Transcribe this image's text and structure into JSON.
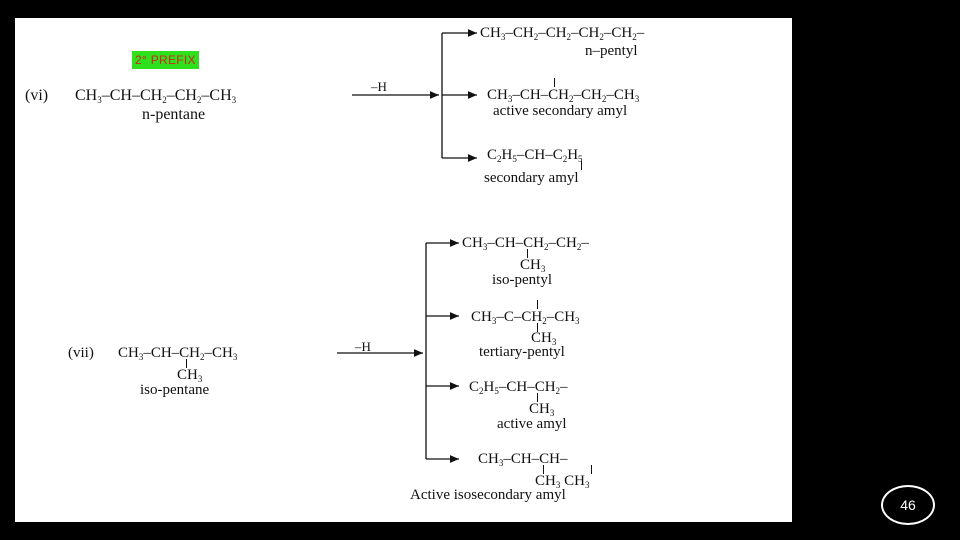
{
  "slide": {
    "badge": "2° PREFIX",
    "page_number": "46",
    "section_vi": {
      "label": "(vi)",
      "reactant": [
        "CH",
        "3",
        "–CH–CH",
        "2",
        "–CH",
        "2",
        "–CH",
        "3"
      ],
      "reactant_name": "n-pentane",
      "reagent": "–H",
      "products": [
        {
          "formula": [
            "CH",
            "3",
            "–CH",
            "2",
            "–CH",
            "2",
            "–CH",
            "2",
            "–CH",
            "2",
            "–"
          ],
          "name": "n–pentyl"
        },
        {
          "formula": [
            "CH",
            "3",
            "–CH–CH",
            "2",
            "–CH",
            "2",
            "–CH",
            "3"
          ],
          "name": "active secondary amyl"
        },
        {
          "formula": [
            "C",
            "2",
            "H",
            "5",
            "–CH–C",
            "2",
            "H",
            "5"
          ],
          "name": "secondary amyl"
        }
      ]
    },
    "section_vii": {
      "label": "(vii)",
      "reactant": [
        "CH",
        "3",
        "–CH–CH",
        "2",
        "–CH",
        "3"
      ],
      "reactant_branch": [
        "CH",
        "3"
      ],
      "reactant_name": "iso-pentane",
      "reagent": "–H",
      "products": [
        {
          "formula": [
            "CH",
            "3",
            "–CH–CH",
            "2",
            "–CH",
            "2",
            "–"
          ],
          "branch": [
            "CH",
            "3"
          ],
          "name": "iso-pentyl"
        },
        {
          "formula": [
            "CH",
            "3",
            "–C–CH",
            "2",
            "–CH",
            "3"
          ],
          "branch": [
            "CH",
            "3"
          ],
          "name": "tertiary-pentyl"
        },
        {
          "formula": [
            "C",
            "2",
            "H",
            "5",
            "–CH–CH",
            "2",
            "–"
          ],
          "branch": [
            "CH",
            "3"
          ],
          "name": "active amyl"
        },
        {
          "formula": [
            "CH",
            "3",
            "–CH–CH–"
          ],
          "branch": [
            "CH",
            "3",
            " CH",
            "3"
          ],
          "name": "Active isosecondary amyl"
        }
      ]
    }
  }
}
